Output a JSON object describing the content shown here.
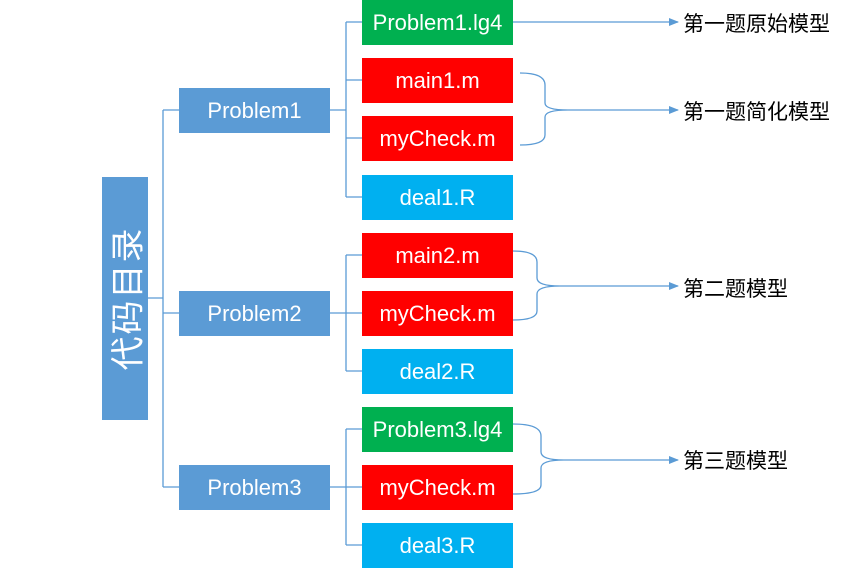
{
  "root": {
    "label": "代码目录"
  },
  "problems": [
    {
      "label": "Problem1"
    },
    {
      "label": "Problem2"
    },
    {
      "label": "Problem3"
    }
  ],
  "files": [
    {
      "label": "Problem1.lg4",
      "color": "#00b050"
    },
    {
      "label": "main1.m",
      "color": "#ff0000"
    },
    {
      "label": "myCheck.m",
      "color": "#ff0000"
    },
    {
      "label": "deal1.R",
      "color": "#00b0f0"
    },
    {
      "label": "main2.m",
      "color": "#ff0000"
    },
    {
      "label": "myCheck.m",
      "color": "#ff0000"
    },
    {
      "label": "deal2.R",
      "color": "#00b0f0"
    },
    {
      "label": "Problem3.lg4",
      "color": "#00b050"
    },
    {
      "label": "myCheck.m",
      "color": "#ff0000"
    },
    {
      "label": "deal3.R",
      "color": "#00b0f0"
    }
  ],
  "annotations": [
    {
      "label": "第一题原始模型"
    },
    {
      "label": "第一题简化模型"
    },
    {
      "label": "第二题模型"
    },
    {
      "label": "第三题模型"
    }
  ],
  "colors": {
    "node": "#5b9bd5",
    "connector": "#5b9bd5",
    "text": "#ffffff"
  }
}
